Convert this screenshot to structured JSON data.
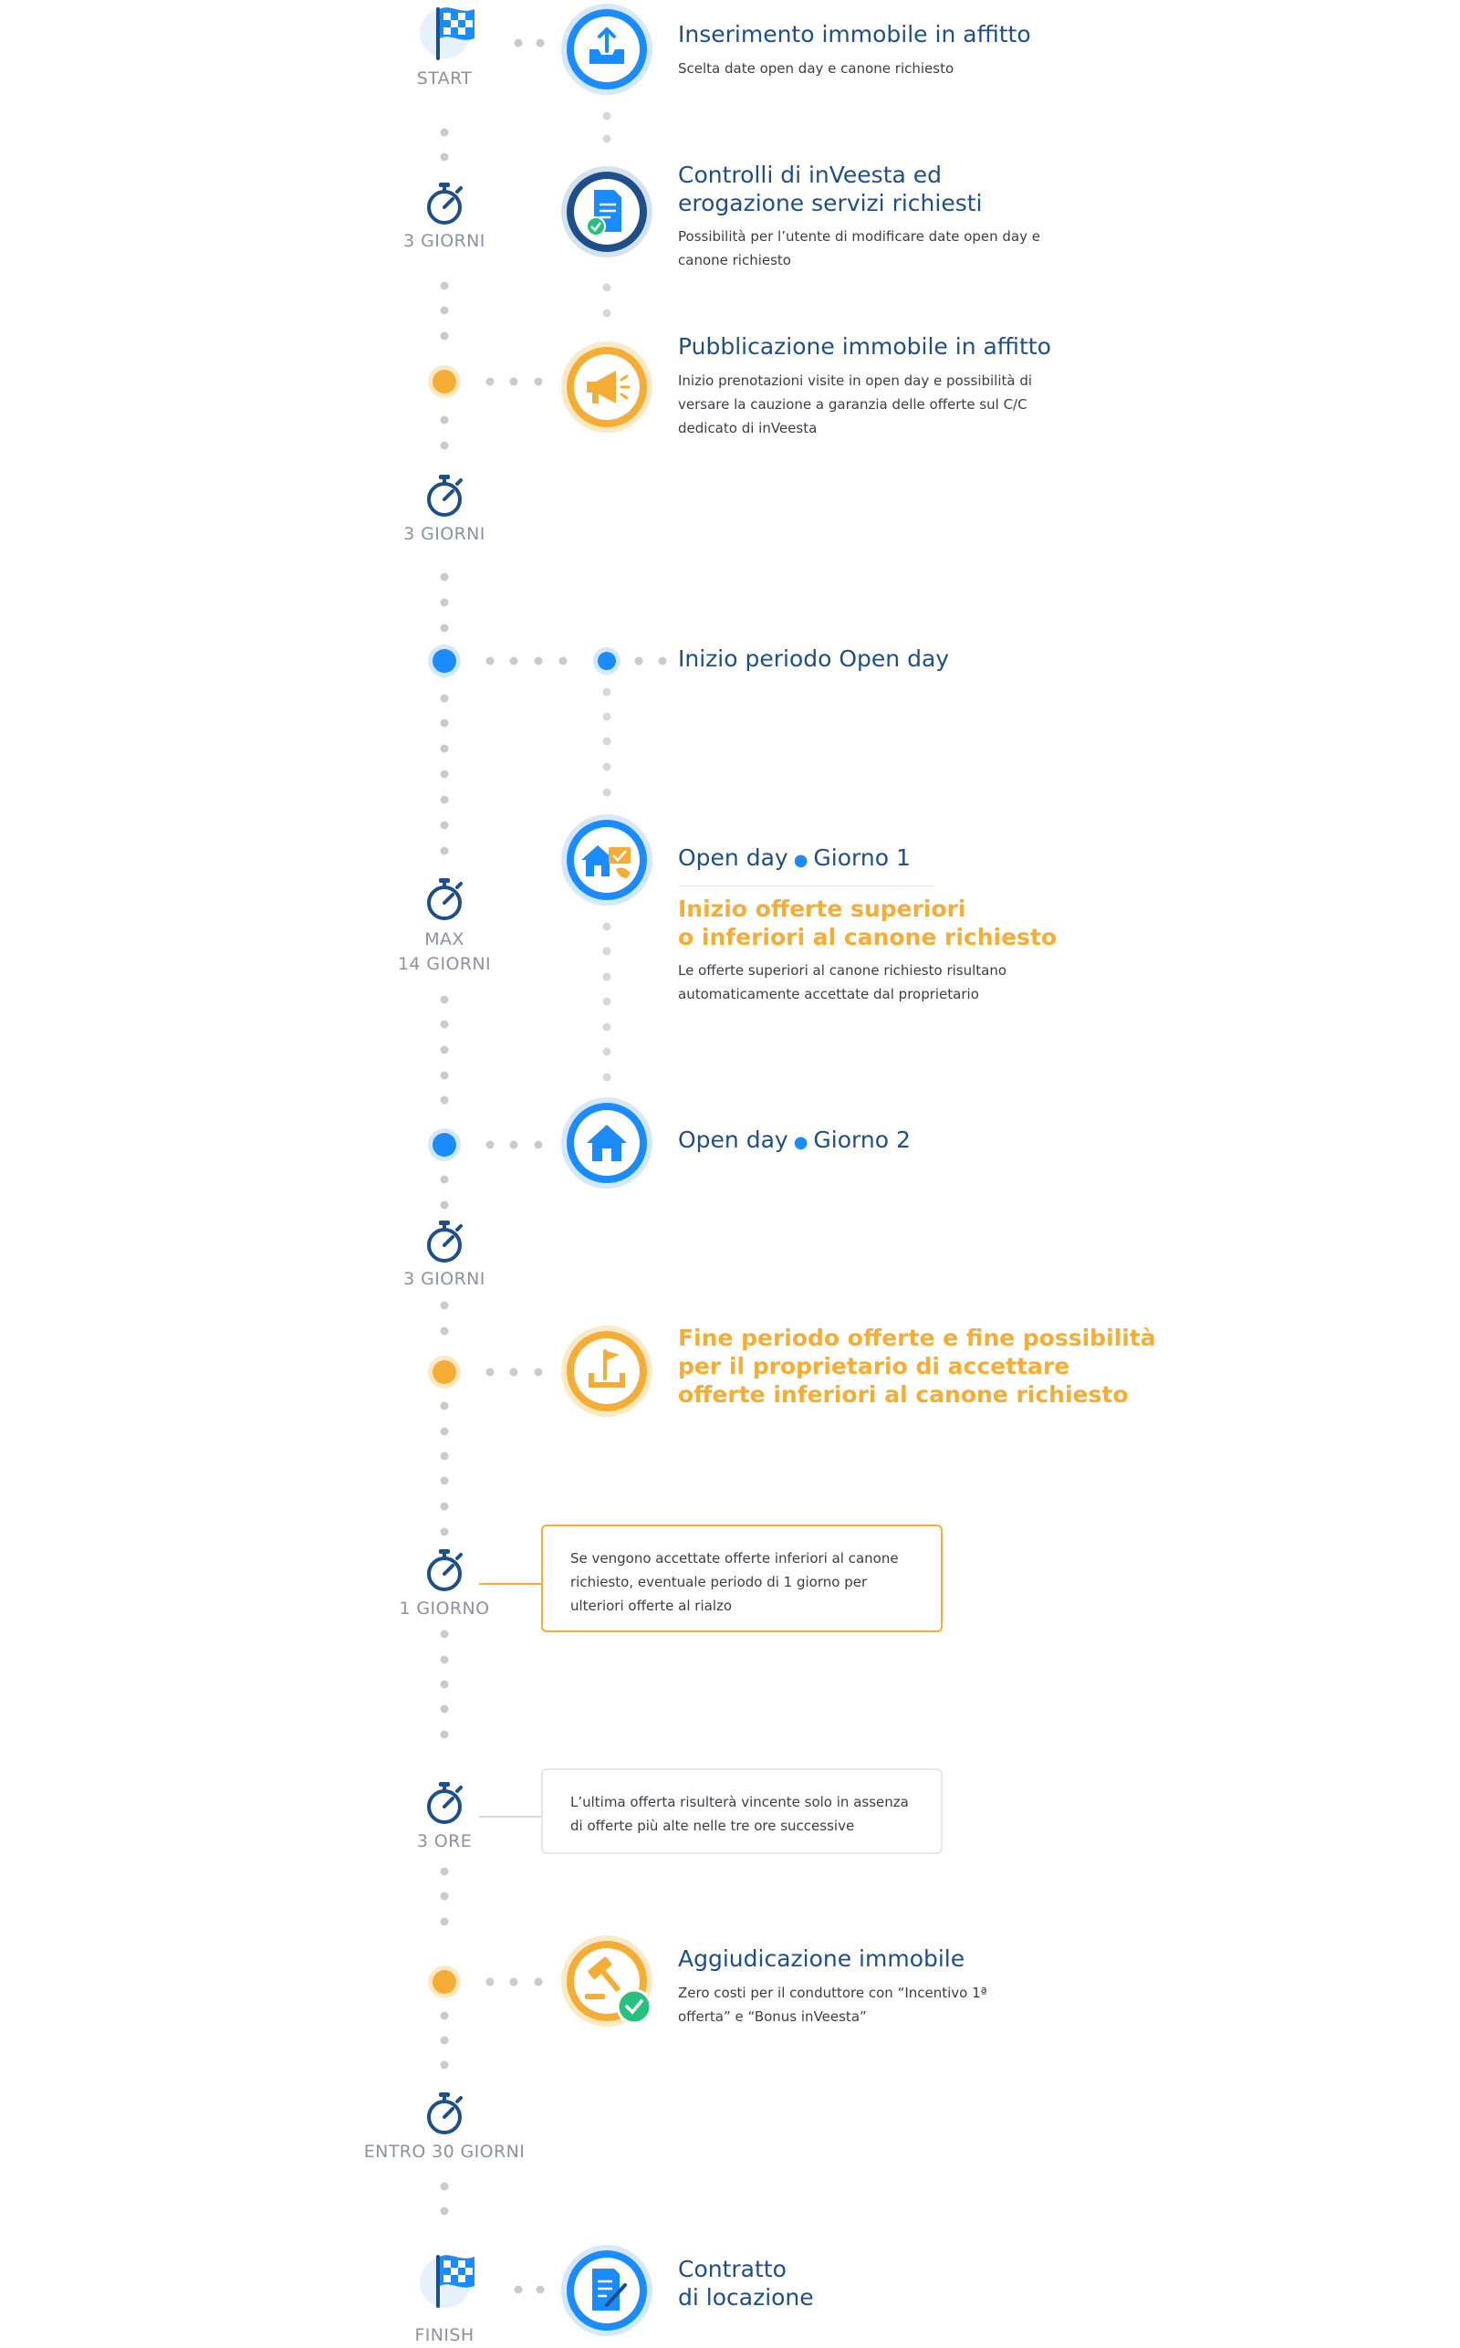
{
  "timeline_labels": {
    "start": "START",
    "d1": "3 GIORNI",
    "d2": "3 GIORNI",
    "d3_line1": "MAX",
    "d3_line2": "14 GIORNI",
    "d4": "3 GIORNI",
    "d5": "1 GIORNO",
    "d6": "3 ORE",
    "d7": "ENTRO 30 GIORNI",
    "finish": "FINISH"
  },
  "steps": {
    "s1": {
      "title": "Inserimento immobile in affitto",
      "desc": "Scelta date open day e canone richiesto"
    },
    "s2": {
      "title_line1": "Controlli di inVeesta ed",
      "title_line2": "erogazione servizi richiesti",
      "desc_line1": "Possibilità per l’utente di modificare date open day e",
      "desc_line2": "canone richiesto"
    },
    "s3": {
      "title": "Pubblicazione immobile in affitto",
      "desc_line1": "Inizio prenotazioni visite in open day e possibilità di",
      "desc_line2": "versare la cauzione a garanzia delle offerte sul C/C",
      "desc_line3": "dedicato di inVeesta"
    },
    "s4": {
      "title": "Inizio periodo Open day"
    },
    "s5": {
      "title_a": "Open day",
      "title_b": "Giorno 1",
      "sub_line1": "Inizio offerte superiori",
      "sub_line2": "o inferiori al canone richiesto",
      "desc_line1": "Le offerte superiori al canone richiesto risultano",
      "desc_line2": "automaticamente accettate dal proprietario"
    },
    "s6": {
      "title_a": "Open day",
      "title_b": "Giorno 2"
    },
    "s7": {
      "title_line1": "Fine periodo offerte e fine possibilità",
      "title_line2": "per il proprietario di accettare",
      "title_line3": "offerte inferiori al canone richiesto"
    },
    "s8": {
      "title": "Aggiudicazione immobile",
      "desc_line1": "Zero costi per il conduttore con “Incentivo 1ª",
      "desc_line2": "offerta” e “Bonus inVeesta”"
    },
    "s9": {
      "title_line1": "Contratto",
      "title_line2": "di locazione"
    }
  },
  "notes": {
    "n1": {
      "line1": "Se vengono accettate offerte inferiori al canone",
      "line2": "richiesto, eventuale periodo di 1 giorno per",
      "line3": "ulteriori offerte al rialzo"
    },
    "n2": {
      "line1": "L’ultima offerta risulterà vincente solo in assenza",
      "line2": "di offerte più alte nelle tre ore successive"
    }
  },
  "colors": {
    "blue": "#1a8cff",
    "navy": "#1d4f8c",
    "orange": "#f6ad35",
    "gray_dot": "#c8cbd0",
    "label_gray": "#8b93a0",
    "green": "#27c07d"
  },
  "icons": {
    "flag": "checkered-flag-icon",
    "timer": "stopwatch-icon",
    "upload": "upload-tray-icon",
    "document": "document-check-icon",
    "megaphone": "megaphone-icon",
    "house_card": "house-card-icon",
    "house": "house-icon",
    "flag_tray": "flag-tray-icon",
    "gavel": "gavel-check-icon",
    "contract": "contract-pen-icon"
  }
}
